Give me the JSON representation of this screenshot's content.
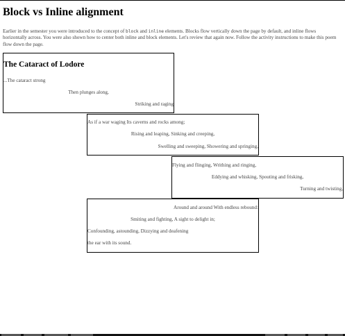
{
  "header": {
    "title": "Block vs Inline alignment"
  },
  "intro": {
    "part1": "Earlier in the semester you were introduced to the concept of ",
    "code_block": "block",
    "part2": " and ",
    "code_inline": "inline",
    "part3": " elements. Blocks flow vertically down the page by default, and inline flows horizontally across. You were also shown how to center both inline and block elements. Let's review that again now. Follow the activity instructions to make this poem flow down the page."
  },
  "poem": {
    "title": "The Cataract of Lodore",
    "stanzas": [
      {
        "lines": [
          "...The cataract strong",
          "Then plunges along,",
          "Striking and raging"
        ]
      },
      {
        "lines": [
          "As if a war waging Its caverns and rocks among;",
          "Rising and leaping, Sinking and creeping,",
          "Swelling and sweeping, Showering and springing,"
        ]
      },
      {
        "lines": [
          "Flying and flinging, Writhing and ringing,",
          "Eddying and whisking, Spouting and frisking,",
          "Turning and twisting,"
        ]
      },
      {
        "lines": [
          "Around and around With endless rebound:",
          "Smiting and fighting, A sight to delight in;",
          "Confounding, astounding, Dizzying and deafening",
          "the ear with its sound."
        ]
      }
    ]
  }
}
